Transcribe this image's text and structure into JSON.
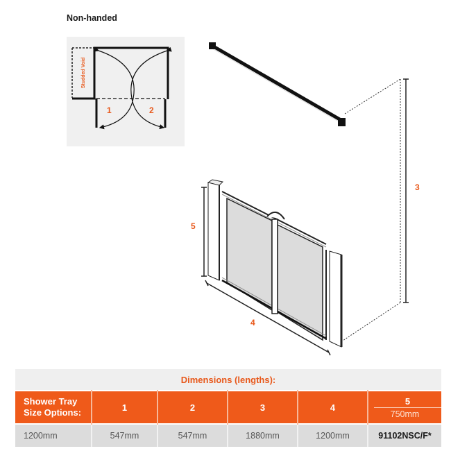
{
  "header": {
    "title": "Non-handed"
  },
  "plan": {
    "void_label": "Studded Void",
    "door_labels": [
      "1",
      "2"
    ]
  },
  "drawing": {
    "dimension_labels": {
      "three": "3",
      "four": "4",
      "five": "5"
    }
  },
  "colors": {
    "accent": "#ef5a1a",
    "accent_text": "#e8591c",
    "row_bg": "#dcdcdc",
    "caption_bg": "#efefef"
  },
  "table": {
    "caption": "Dimensions (lengths):",
    "header": {
      "first_line1": "Shower Tray",
      "first_line2": "Size Options:",
      "cols": [
        "1",
        "2",
        "3",
        "4"
      ],
      "col5_top": "5",
      "col5_sub": "750mm"
    },
    "rows": [
      {
        "size": "1200mm",
        "c1": "547mm",
        "c2": "547mm",
        "c3": "1880mm",
        "c4": "1200mm",
        "code": "91102NSC/F*"
      }
    ]
  }
}
